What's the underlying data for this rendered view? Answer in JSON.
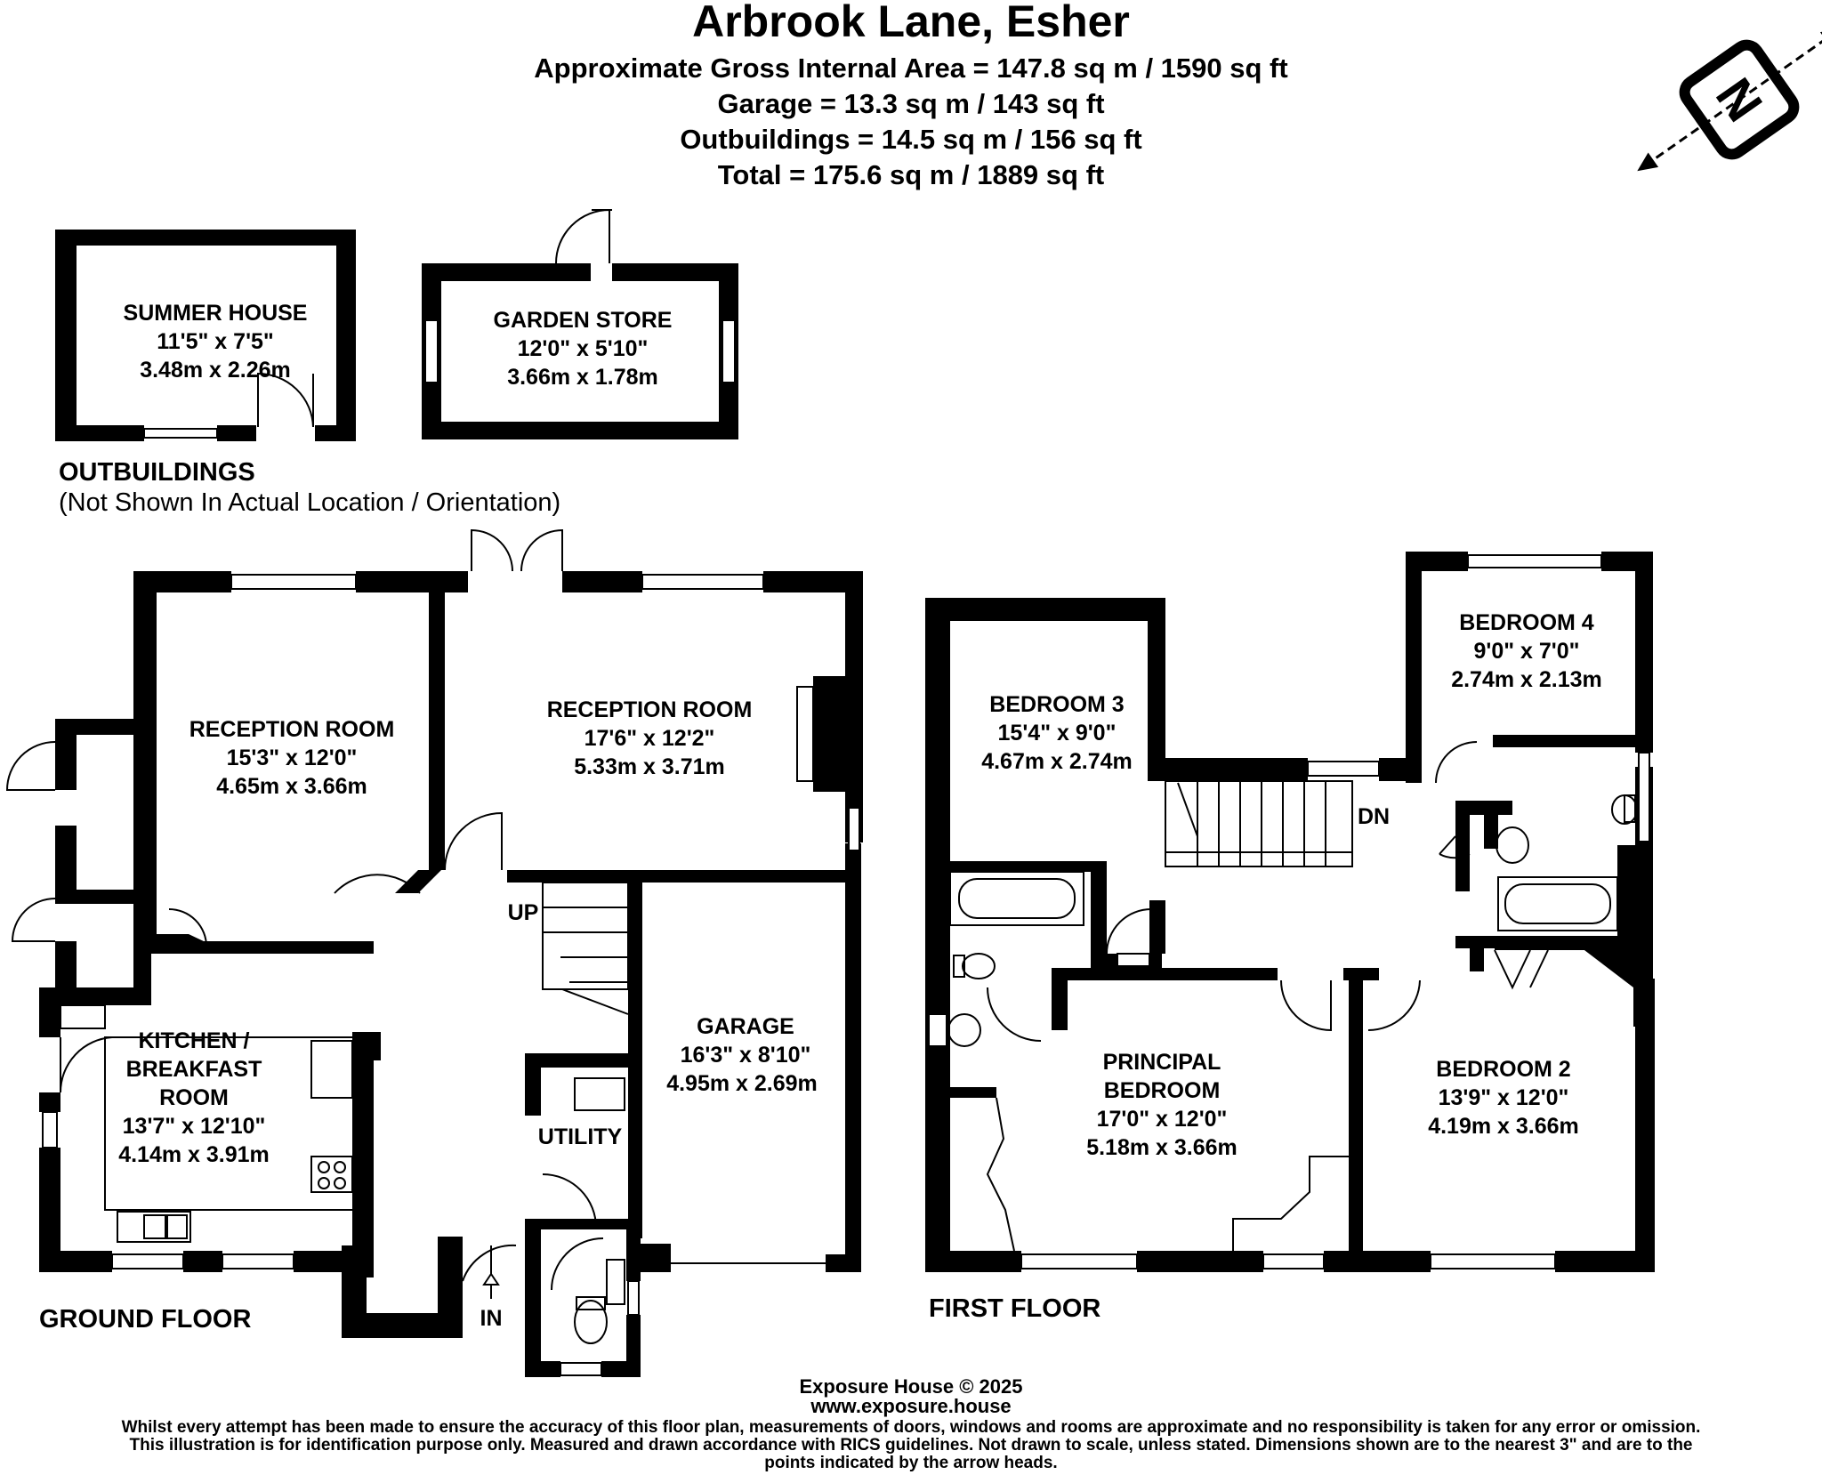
{
  "header": {
    "title": "Arbrook Lane, Esher",
    "area_gross": "Approximate Gross Internal Area = 147.8 sq m / 1590 sq ft",
    "area_garage": "Garage = 13.3 sq m / 143 sq ft",
    "area_outbuildings": "Outbuildings = 14.5 sq m / 156 sq ft",
    "area_total": "Total = 175.6 sq m / 1889 sq ft"
  },
  "compass": {
    "icon": "north-compass-icon",
    "letter": "N"
  },
  "outbuildings": {
    "label": "OUTBUILDINGS",
    "note": "(Not Shown In Actual Location / Orientation)",
    "summer_house": {
      "name": "SUMMER HOUSE",
      "imperial": "11'5\" x 7'5\"",
      "metric": "3.48m x 2.26m"
    },
    "garden_store": {
      "name": "GARDEN STORE",
      "imperial": "12'0\" x 5'10\"",
      "metric": "3.66m x 1.78m"
    }
  },
  "ground_floor": {
    "label": "GROUND FLOOR",
    "reception_1": {
      "name": "RECEPTION ROOM",
      "imperial": "15'3\" x 12'0\"",
      "metric": "4.65m x 3.66m"
    },
    "reception_2": {
      "name": "RECEPTION ROOM",
      "imperial": "17'6\" x 12'2\"",
      "metric": "5.33m x 3.71m"
    },
    "kitchen": {
      "name_line1": "KITCHEN /",
      "name_line2": "BREAKFAST",
      "name_line3": "ROOM",
      "imperial": "13'7\" x 12'10\"",
      "metric": "4.14m x 3.91m"
    },
    "garage": {
      "name": "GARAGE",
      "imperial": "16'3\" x 8'10\"",
      "metric": "4.95m x 2.69m"
    },
    "utility": {
      "name": "UTILITY"
    },
    "stairs_up": "UP",
    "entrance": "IN"
  },
  "first_floor": {
    "label": "FIRST FLOOR",
    "bedroom_3": {
      "name": "BEDROOM 3",
      "imperial": "15'4\" x 9'0\"",
      "metric": "4.67m x 2.74m"
    },
    "bedroom_4": {
      "name": "BEDROOM 4",
      "imperial": "9'0\" x 7'0\"",
      "metric": "2.74m x 2.13m"
    },
    "principal": {
      "name_line1": "PRINCIPAL",
      "name_line2": "BEDROOM",
      "imperial": "17'0\" x 12'0\"",
      "metric": "5.18m x 3.66m"
    },
    "bedroom_2": {
      "name": "BEDROOM 2",
      "imperial": "13'9\" x 12'0\"",
      "metric": "4.19m x 3.66m"
    },
    "stairs_down": "DN"
  },
  "footer": {
    "copyright": "Exposure House © 2025",
    "website": "www.exposure.house",
    "disclaimer": "Whilst every attempt has been made to ensure the accuracy of this floor plan, measurements of doors, windows and rooms are approximate and no responsibility is taken for any error or omission. This illustration is for identification purpose only. Measured and drawn accordance with RICS guidelines. Not drawn to scale, unless stated. Dimensions shown are to the nearest 3\" and are to the points indicated by the arrow heads."
  }
}
